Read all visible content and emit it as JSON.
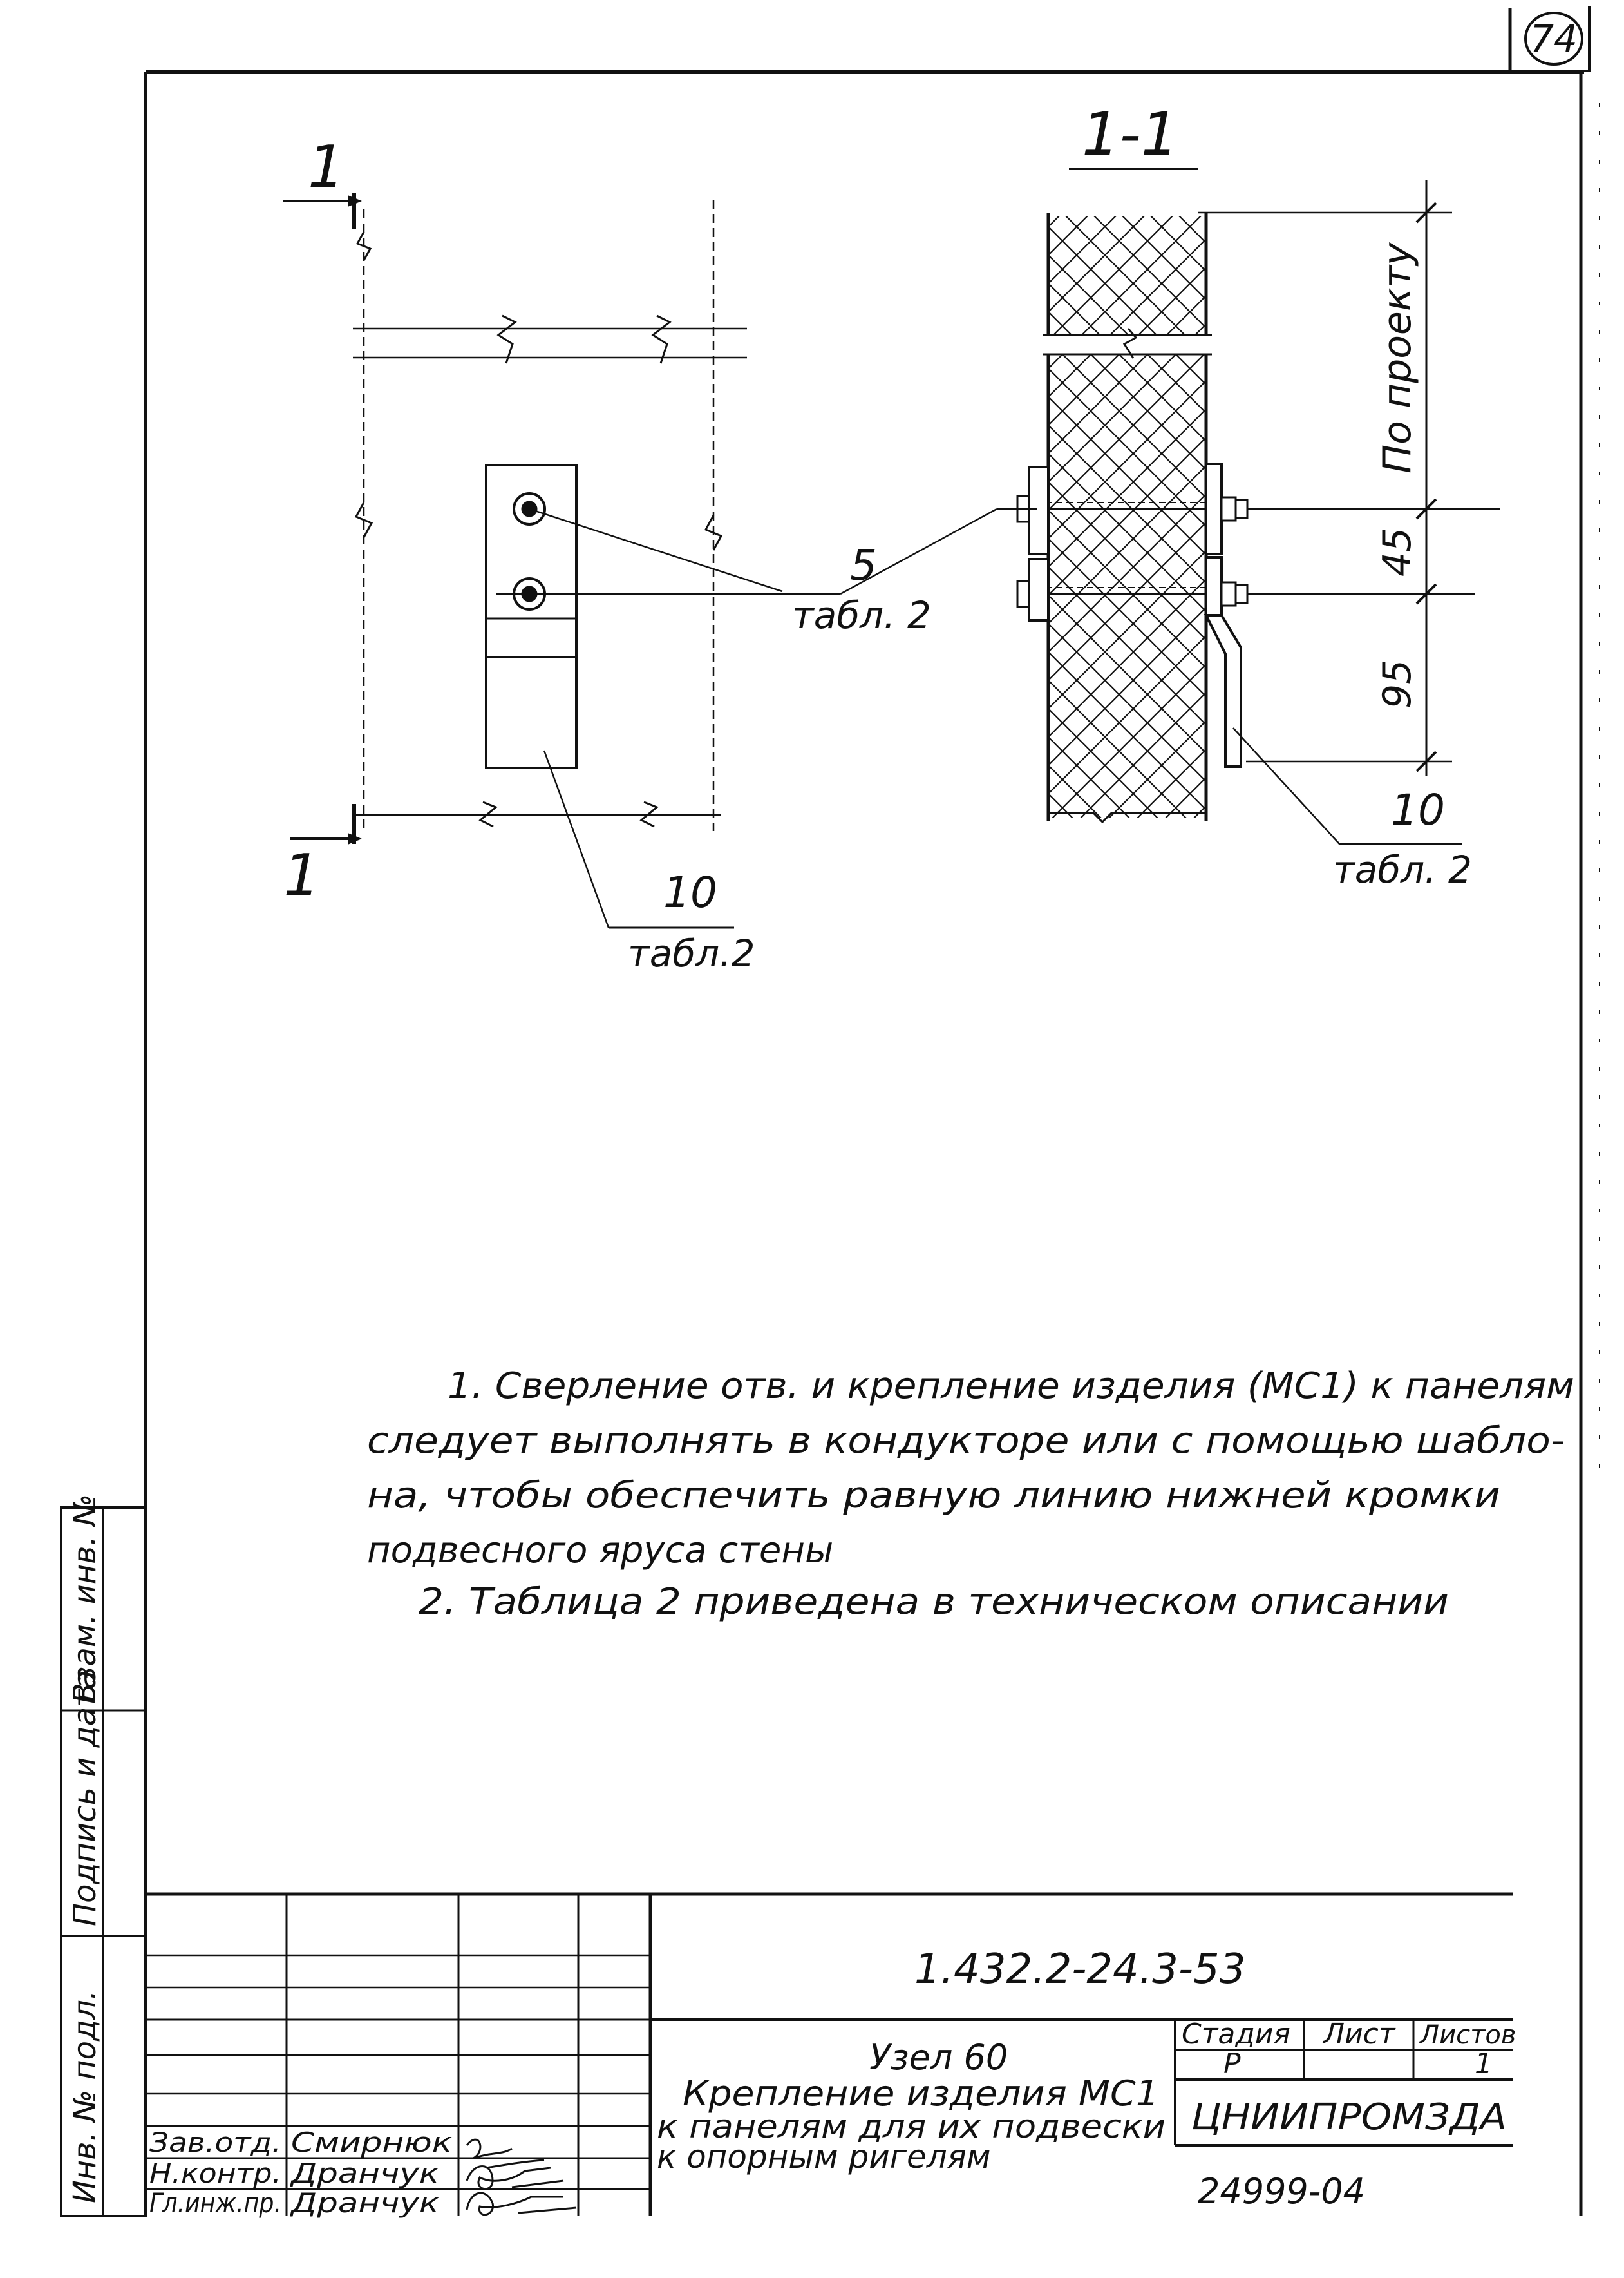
{
  "sheet": {
    "sheet_number": "74",
    "archive_number": "24999-04"
  },
  "drawing": {
    "section_mark_left_top": "1",
    "section_mark_left_bottom": "1",
    "section_title": "1-1",
    "callouts": {
      "item5_number": "5",
      "item5_ref": "табл. 2",
      "item10_left_number": "10",
      "item10_left_ref": "табл.2",
      "item10_right_number": "10",
      "item10_right_ref": "табл. 2"
    },
    "dimensions": {
      "by_project": "По проекту",
      "d45": "45",
      "d95": "95"
    }
  },
  "notes": [
    "1. Сверление отв. и крепление изделия (МС1) к панелям",
    "следует выполнять в кондукторе или с помощью шабло-",
    "на, чтобы обеспечить равную линию нижней кромки",
    "подвесного яруса стены",
    "2. Таблица 2 приведена в техническом описании"
  ],
  "side_stamp": {
    "col1": "Инв. № подл.",
    "col2": "Подпись и дата",
    "col3": "Взам. инв. №"
  },
  "title_block": {
    "document_code": "1.432.2-24.3-53",
    "title_line1": "Узел 60",
    "title_line2": "Крепление изделия МС1",
    "title_line3": "к панелям для их подвески",
    "title_line4": "к опорным ригелям",
    "stage_label": "Стадия",
    "sheet_label": "Лист",
    "sheets_label": "Листов",
    "stage_value": "Р",
    "sheets_value": "1",
    "organization": "ЦНИИПРОМЗДА",
    "roles": [
      {
        "role": "Зав.отд.",
        "name": "Смирнюк"
      },
      {
        "role": "Н.контр.",
        "name": "Дранчук"
      },
      {
        "role": "Гл.инж.пр.",
        "name": "Дранчук"
      }
    ]
  }
}
